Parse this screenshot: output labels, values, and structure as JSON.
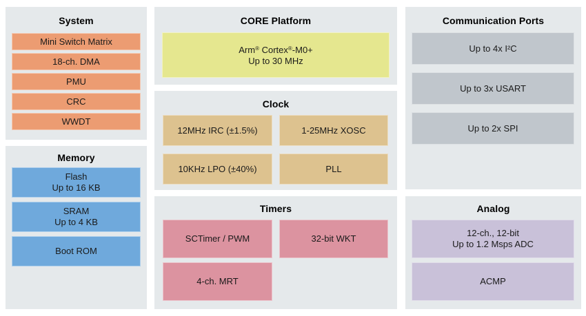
{
  "colors": {
    "page_bg": "#FFFFFF",
    "panel_bg": "#E5E9EB",
    "system_block": "#EC9C72",
    "memory_block": "#6FA9DC",
    "core_block": "#E5E78F",
    "clock_block": "#DDC28F",
    "timers_block": "#DC93A0",
    "comm_block": "#C0C6CC",
    "analog_block": "#C9C1D9",
    "title_text": "#000000",
    "block_text": "#1A1A1A"
  },
  "panels": {
    "system": {
      "title": "System",
      "blocks": [
        "Mini Switch Matrix",
        "18-ch. DMA",
        "PMU",
        "CRC",
        "WWDT"
      ]
    },
    "memory": {
      "title": "Memory",
      "blocks": [
        {
          "line1": "Flash",
          "line2": "Up to 16 KB"
        },
        {
          "line1": "SRAM",
          "line2": "Up to 4 KB"
        },
        {
          "line1": "Boot ROM"
        }
      ]
    },
    "core": {
      "title": "CORE Platform",
      "cpu": {
        "part1": "Arm",
        "sup1": "®",
        "part2": " Cortex",
        "sup2": "®",
        "part3": "-M0+",
        "line2": "Up to 30 MHz"
      }
    },
    "clock": {
      "title": "Clock",
      "blocks": [
        "12MHz IRC (±1.5%)",
        "1-25MHz XOSC",
        "10KHz LPO (±40%)",
        "PLL"
      ]
    },
    "timers": {
      "title": "Timers",
      "blocks": [
        "SCTimer / PWM",
        "32-bit WKT",
        "4-ch. MRT"
      ]
    },
    "comm": {
      "title": "Communication Ports",
      "blocks": [
        "Up to 4x I²C",
        "Up to 3x USART",
        "Up to 2x SPI"
      ]
    },
    "analog": {
      "title": "Analog",
      "blocks": [
        {
          "line1": "12-ch., 12-bit",
          "line2": "Up to 1.2 Msps ADC"
        },
        {
          "line1": "ACMP"
        }
      ]
    }
  }
}
